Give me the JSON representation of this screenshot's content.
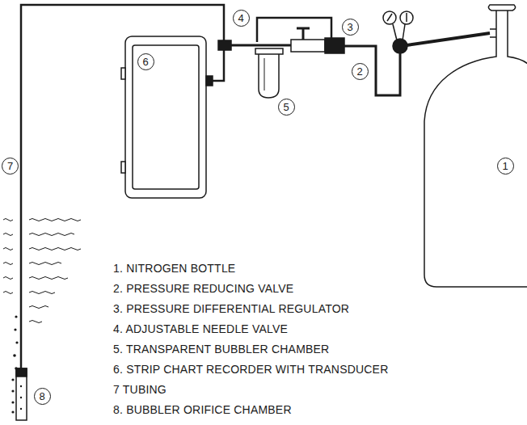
{
  "diagram": {
    "nodes": [
      {
        "text": [
          "1"
        ]
      },
      {
        "text": [
          "2"
        ]
      },
      {
        "text": [
          "3"
        ]
      },
      {
        "text": [
          "4"
        ]
      },
      {
        "text": [
          "5"
        ]
      },
      {
        "text": [
          "6"
        ]
      },
      {
        "text": [
          "7"
        ]
      },
      {
        "text": [
          "8"
        ]
      }
    ],
    "labels": [
      "1. NITROGEN BOTTLE",
      "2. PRESSURE REDUCING VALVE",
      "3. PRESSURE DIFFERENTIAL REGULATOR",
      "4. ADJUSTABLE NEEDLE VALVE",
      "5. TRANSPARENT BUBBLER CHAMBER",
      "6. STRIP CHART RECORDER WITH TRANSDUCER",
      "7 TUBING",
      "8. BUBBLER ORIFICE CHAMBER"
    ]
  }
}
